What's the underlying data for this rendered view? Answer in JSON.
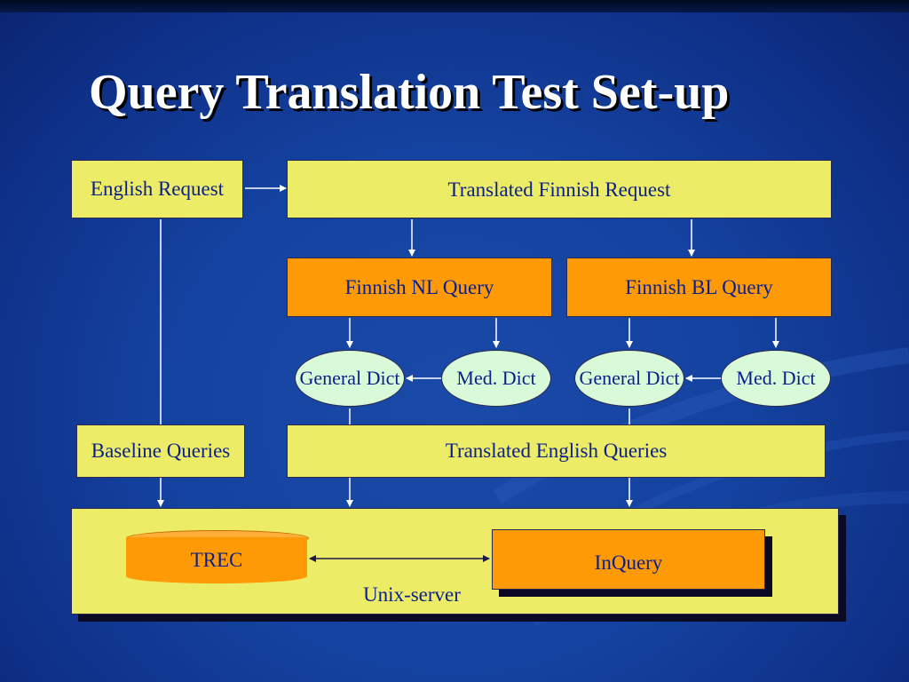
{
  "title": "Query Translation Test Set-up",
  "boxes": {
    "english_request": "English Request",
    "translated_finnish_request": "Translated Finnish Request",
    "finnish_nl_query": "Finnish NL Query",
    "finnish_bl_query": "Finnish BL Query",
    "general_dict": "General Dict",
    "med_dict": "Med. Dict",
    "baseline_queries": "Baseline Queries",
    "translated_english_queries": "Translated English Queries",
    "trec": "TREC",
    "inquery": "InQuery",
    "unix_server": "Unix-server"
  },
  "colors": {
    "background": "#1442a0",
    "yellow": "#ecec66",
    "orange": "#fe9a05",
    "oval": "#d8fad8",
    "text": "#0b1f8a",
    "title": "#ffffff"
  }
}
